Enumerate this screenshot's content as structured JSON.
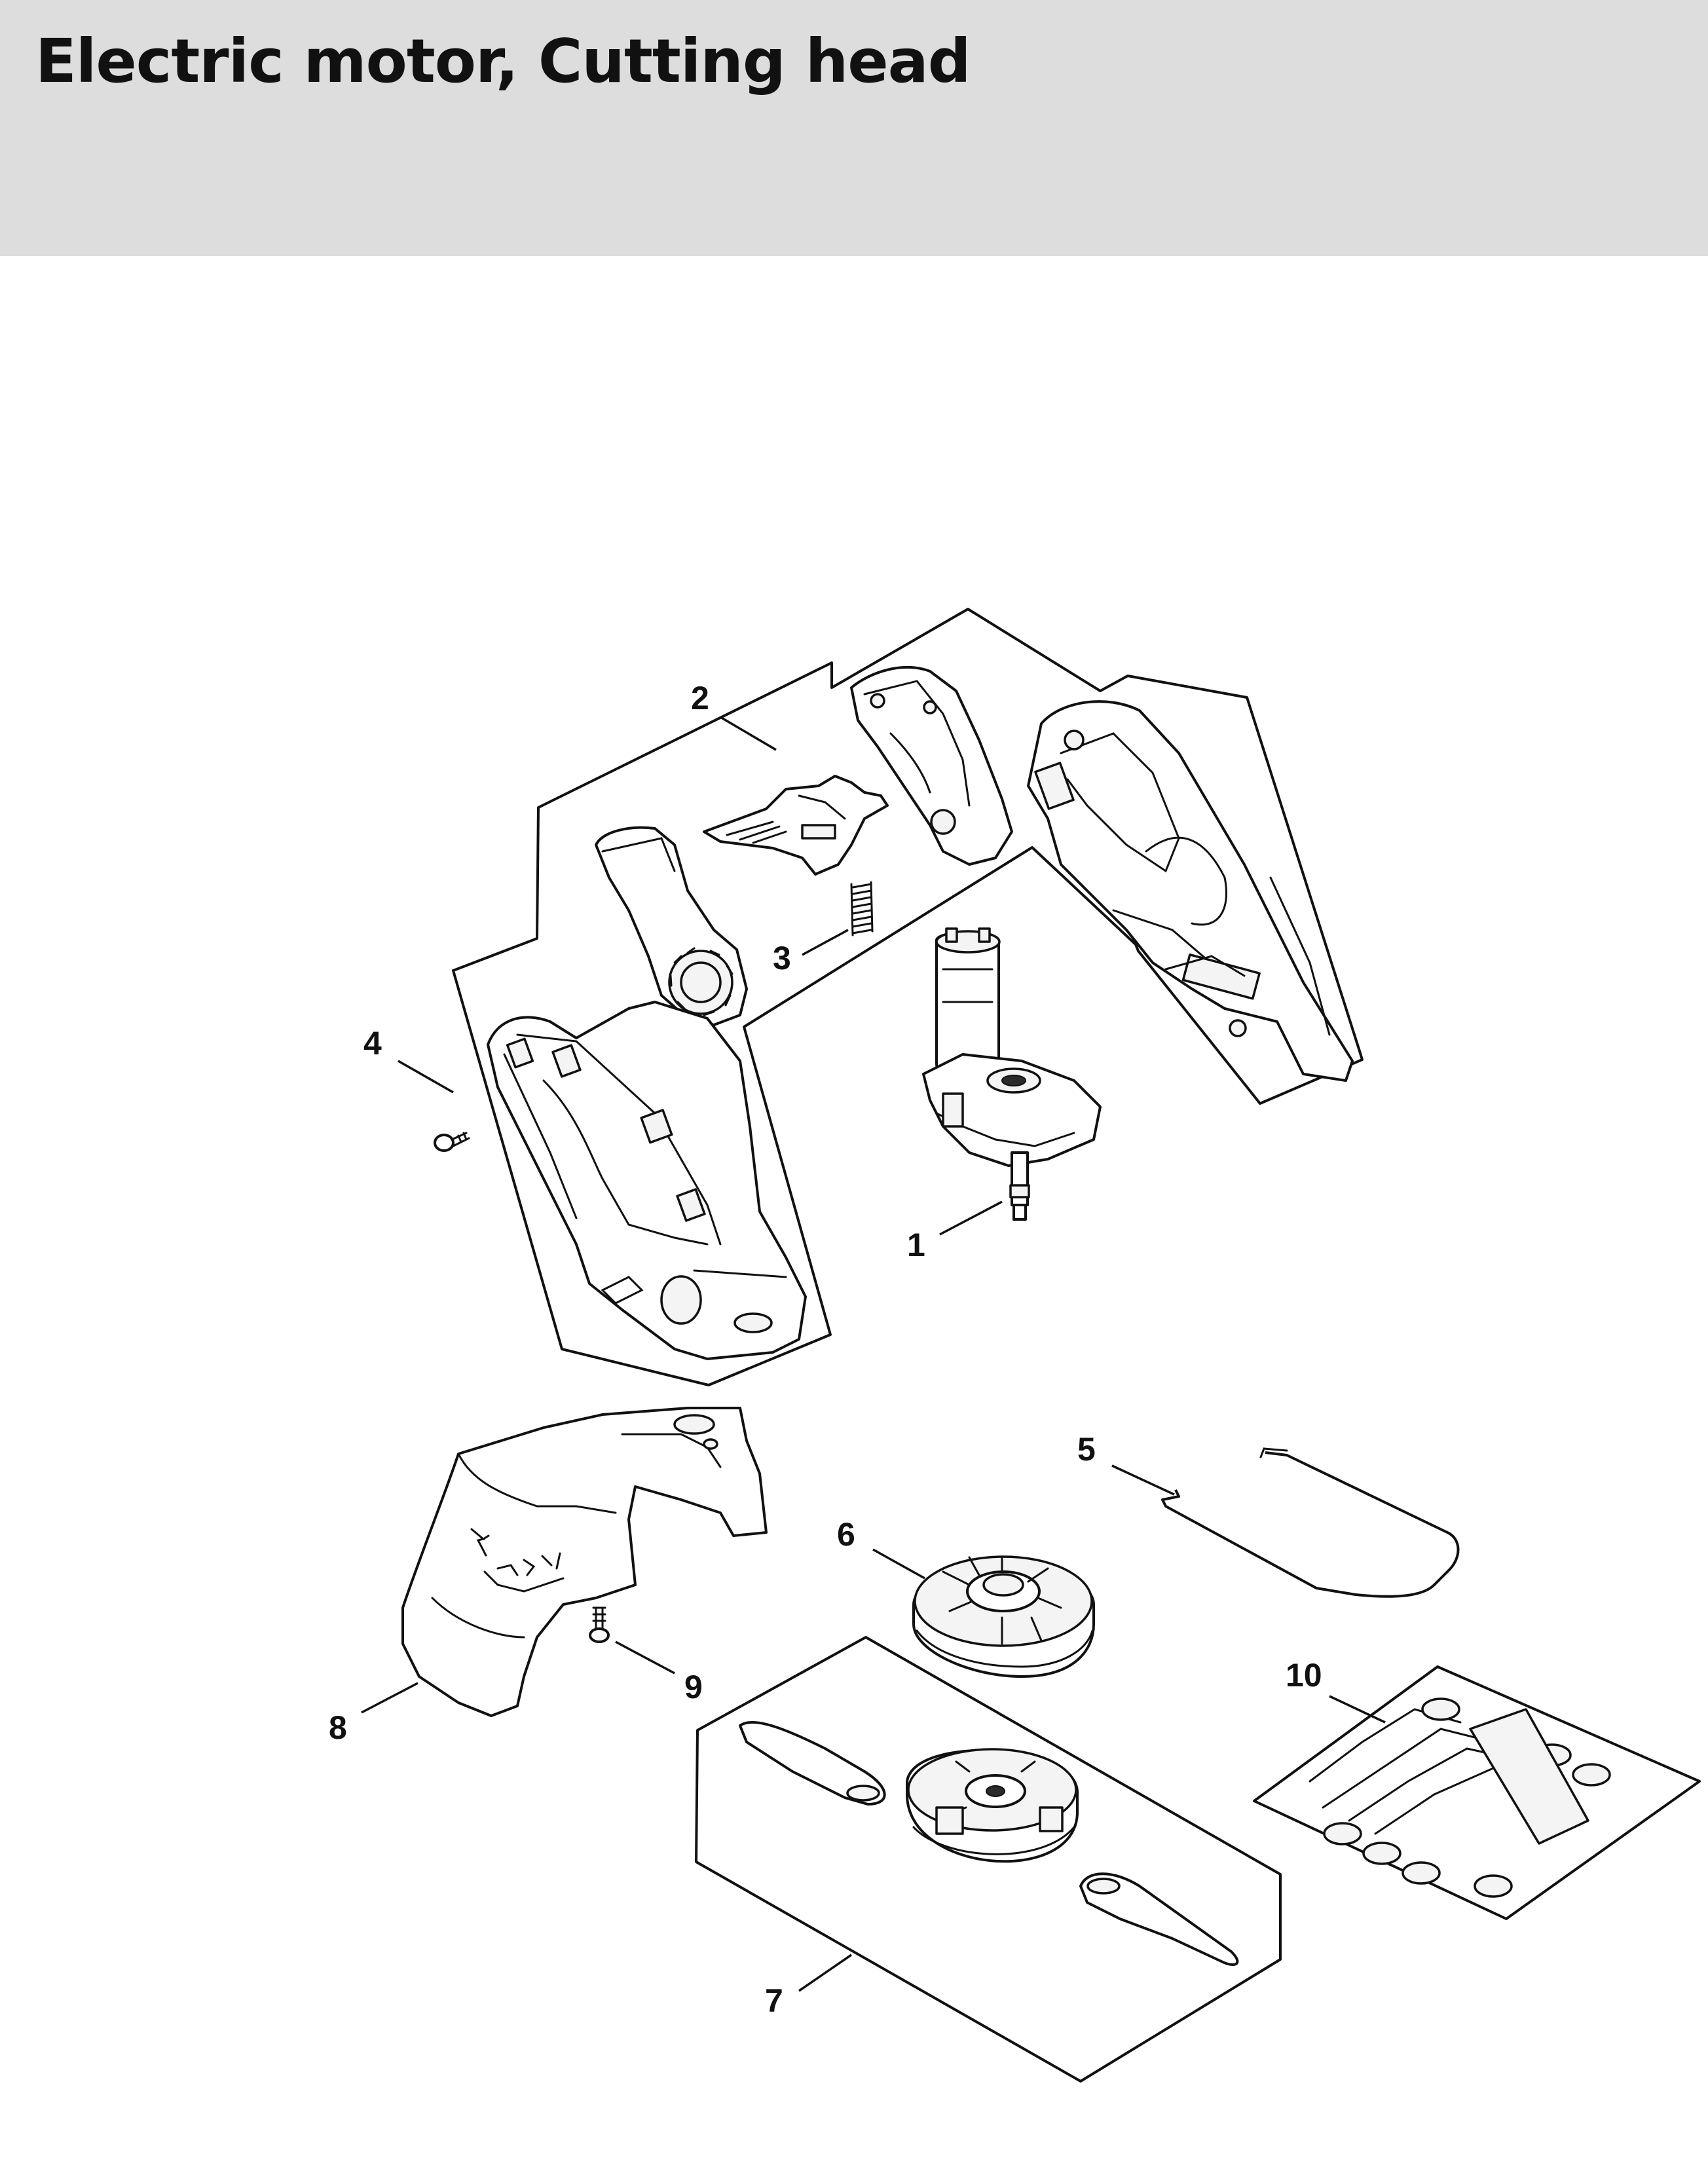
{
  "header": {
    "title": "Electric motor, Cutting head",
    "background": "#dcdddc"
  },
  "diagram": {
    "callouts": [
      {
        "id": "1",
        "label": "1"
      },
      {
        "id": "2",
        "label": "2"
      },
      {
        "id": "3",
        "label": "3"
      },
      {
        "id": "4",
        "label": "4"
      },
      {
        "id": "5",
        "label": "5"
      },
      {
        "id": "6",
        "label": "6"
      },
      {
        "id": "7",
        "label": "7"
      },
      {
        "id": "8",
        "label": "8"
      },
      {
        "id": "9",
        "label": "9"
      },
      {
        "id": "10",
        "label": "10"
      }
    ]
  }
}
